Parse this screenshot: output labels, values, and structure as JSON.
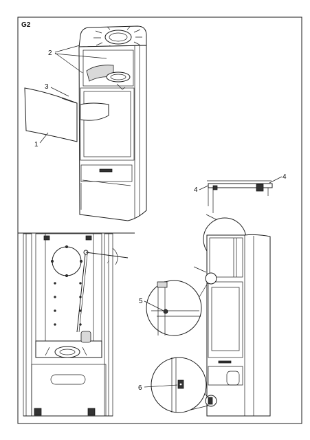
{
  "figure": {
    "id": "G2",
    "callouts": {
      "c1": "1",
      "c2": "2",
      "c3": "3",
      "c4a": "4",
      "c4b": "4",
      "c5": "5",
      "c6": "6"
    }
  }
}
